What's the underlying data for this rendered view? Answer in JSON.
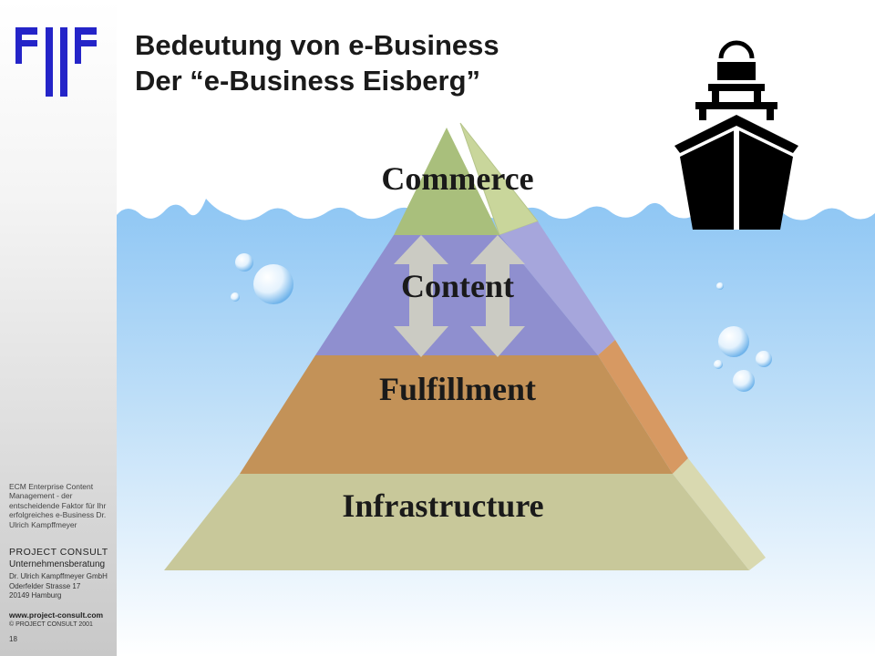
{
  "slide": {
    "title_line1": "Bedeutung von e-Business",
    "title_line2": "Der “e-Business Eisberg”"
  },
  "pyramid": {
    "layers": [
      {
        "label": "Commerce",
        "color": "#a9bf7c"
      },
      {
        "label": "Content",
        "color": "#8f8fcf"
      },
      {
        "label": "Fulfillment",
        "color": "#c39258"
      },
      {
        "label": "Infrastructure",
        "color": "#c8c89a"
      }
    ]
  },
  "sidebar": {
    "description": "ECM Enterprise Content Management - der entscheidende Faktor für Ihr erfolgreiches e-Business Dr. Ulrich Kampffmeyer",
    "company": "PROJECT  CONSULT",
    "company_sub": "Unternehmensberatung",
    "company_owner": "Dr. Ulrich Kampffmeyer  GmbH",
    "street": "Oderfelder  Strasse 17",
    "city": "20149 Hamburg",
    "website": "www.project-consult.com",
    "copyright": "©  PROJECT  CONSULT  2001",
    "page_number": "18"
  },
  "colors": {
    "water_top": "#8ec6f4",
    "water_bottom": "#ffffff",
    "logo_blue": "#2424c8",
    "arrow": "#cfcfc2"
  },
  "icons": [
    "company-logo-icon",
    "ship-icon",
    "bubble-icon",
    "double-arrow-icon"
  ]
}
